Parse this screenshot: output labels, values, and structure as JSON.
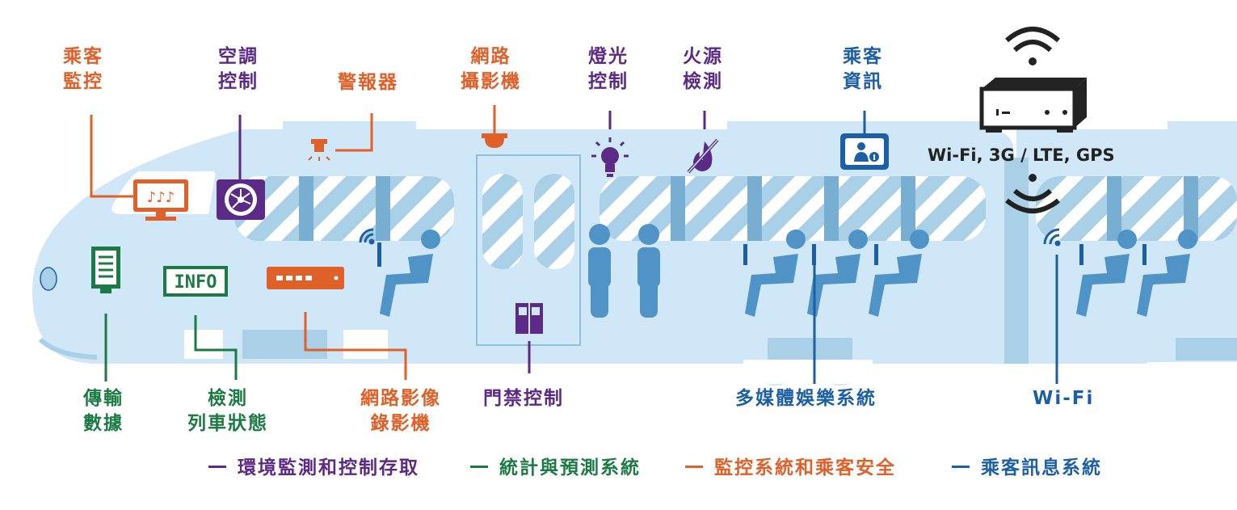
{
  "labels": {
    "passenger_monitor": [
      "乘客",
      "監控"
    ],
    "air_con": [
      "空調",
      "控制"
    ],
    "alarm": [
      "警報器"
    ],
    "network_camera": [
      "網路",
      "攝影機"
    ],
    "lighting": [
      "燈光",
      "控制"
    ],
    "fire_detect": [
      "火源",
      "檢測"
    ],
    "passenger_info": [
      "乘客",
      "資訊"
    ],
    "transmission": [
      "傳輸",
      "數據"
    ],
    "train_status": [
      "檢測",
      "列車狀態"
    ],
    "nvr": [
      "網路影像",
      "錄影機"
    ],
    "door_access": [
      "門禁控制"
    ],
    "multimedia": [
      "多媒體娛樂系統"
    ],
    "wifi": [
      "Wi-Fi"
    ],
    "connectivity": "Wi-Fi, 3G / LTE, GPS",
    "info_screen": "INFO"
  },
  "legend": [
    {
      "text": "環境監測和控制存取",
      "color": "#5b2a86"
    },
    {
      "text": "統計與預測系統",
      "color": "#1c7a45"
    },
    {
      "text": "監控系統和乘客安全",
      "color": "#e0602a"
    },
    {
      "text": "乘客訊息系統",
      "color": "#1d5fa5"
    }
  ],
  "colors": {
    "train_body": "#cfe7f6",
    "window": "#a9d0e7",
    "seat": "#4f93c7",
    "orange": "#e0602a",
    "purple": "#5b2a86",
    "green": "#1c7a45",
    "blue": "#1d5fa5"
  }
}
